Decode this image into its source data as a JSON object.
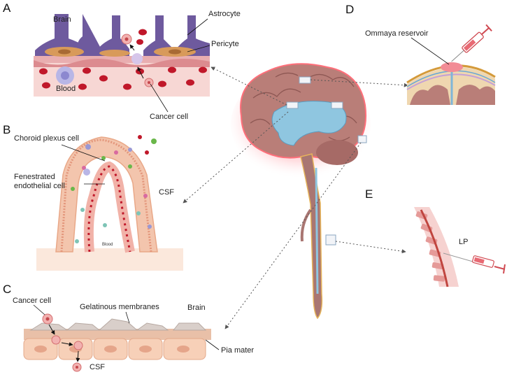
{
  "panels": {
    "a": "A",
    "b": "B",
    "c": "C",
    "d": "D",
    "e": "E"
  },
  "panel_a": {
    "brain": "Brain",
    "astrocyte": "Astrocyte",
    "pericyte": "Pericyte",
    "blood": "Blood",
    "cancer_cell": "Cancer cell"
  },
  "panel_b": {
    "choroid": "Choroid plexus cell",
    "fenestrated_1": "Fenestrated",
    "fenestrated_2": "endothelial cell",
    "csf": "CSF",
    "blood": "Blood"
  },
  "panel_c": {
    "cancer_cell": "Cancer cell",
    "gelatinous": "Gelatinous membranes",
    "brain": "Brain",
    "pia": "Pia mater",
    "csf": "CSF"
  },
  "panel_d": {
    "ommaya": "Ommaya reservoir"
  },
  "panel_e": {
    "lp": "LP"
  },
  "colors": {
    "astrocyte": "#6e5a9e",
    "pericyte": "#d89a5a",
    "blood_cell": "#c0182a",
    "pink_bg": "#f7d7d4",
    "ventricle": "#8fc6e0",
    "brain": "#b97e78",
    "membrane": "#f3c8b0"
  }
}
